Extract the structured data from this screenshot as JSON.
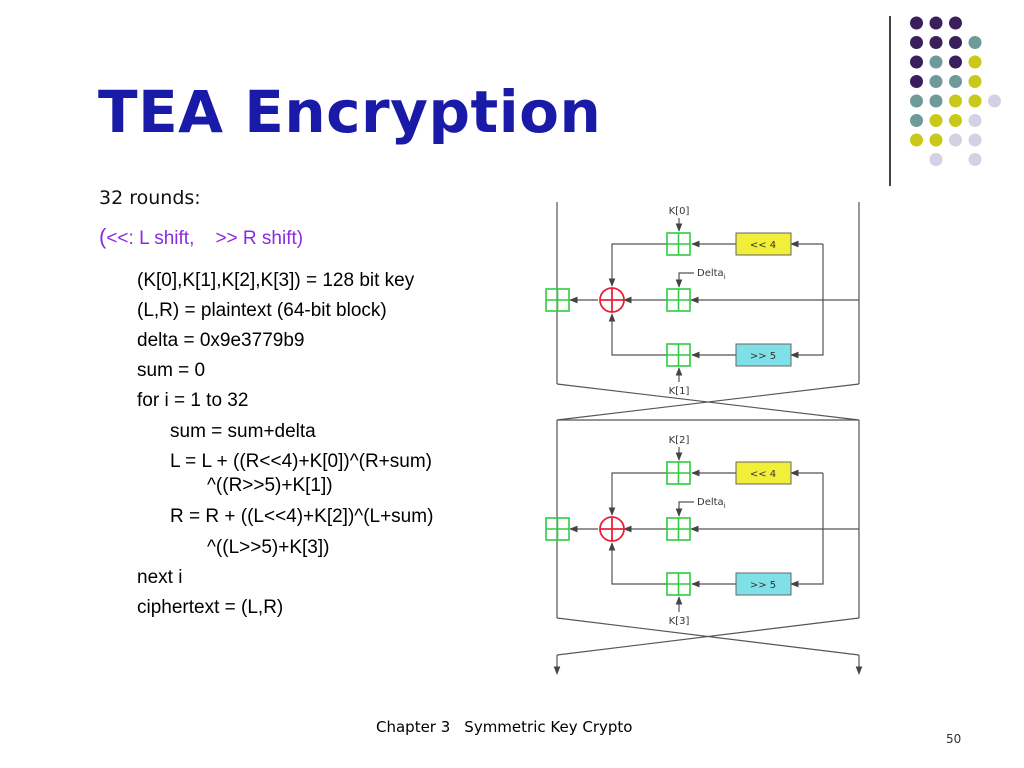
{
  "slide": {
    "title": "TEA Encryption",
    "subtitle": "32 rounds:",
    "shift_note": {
      "open_paren": "(",
      "text": "<<: L shift,    >> R shift)"
    },
    "code_lines": [
      "(K[0],K[1],K[2],K[3]) = 128 bit key",
      "(L,R) = plaintext (64-bit block)",
      "delta = 0x9e3779b9",
      "sum = 0",
      "for i = 1 to 32",
      "sum = sum+delta",
      "L = L + ((R<<4)+K[0])^(R+sum)",
      "^((R>>5)+K[1])",
      "R = R + ((L<<4)+K[2])^(L+sum)",
      "^((L>>5)+K[3])",
      "next i",
      "ciphertext = (L,R)"
    ],
    "footer": {
      "chapter": "Chapter 3",
      "topic": "Symmetric Key Crypto"
    },
    "page_number": "50"
  },
  "diagram": {
    "round1": {
      "key_top": "K[0]",
      "key_bottom": "K[1]",
      "shift_left": "<< 4",
      "shift_right": ">> 5",
      "delta": "Delta",
      "delta_sub": "i"
    },
    "round2": {
      "key_top": "K[2]",
      "key_bottom": "K[3]",
      "shift_left": "<< 4",
      "shift_right": ">> 5",
      "delta": "Delta",
      "delta_sub": "i"
    }
  },
  "colors": {
    "title": "#1a1aa8",
    "shift_note": "#8a2be2",
    "dot_purple": "#3b1f5c",
    "dot_teal": "#6f9a9a",
    "dot_yellow": "#c9c91a",
    "dot_lavender": "#d2d2e4",
    "adder_green": "#2ecc40",
    "xor_red": "#e8213a",
    "shift_left_fill": "#f2ef3a",
    "shift_right_fill": "#7fe0e8"
  }
}
